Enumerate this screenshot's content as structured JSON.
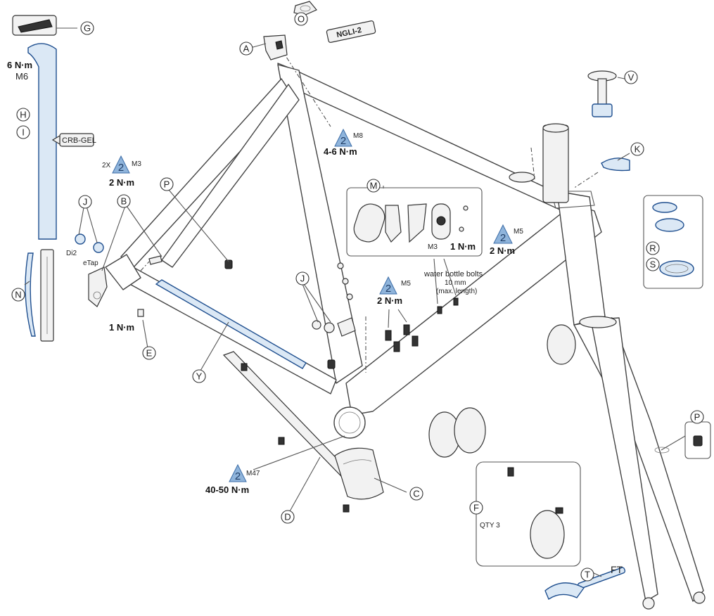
{
  "callouts": {
    "A": "A",
    "B": "B",
    "C": "C",
    "D": "D",
    "E": "E",
    "F": "F",
    "G": "G",
    "H": "H",
    "I": "I",
    "J": "J",
    "K": "K",
    "M": "M",
    "N": "N",
    "O": "O",
    "P": "P",
    "R": "R",
    "S": "S",
    "T": "T",
    "V": "V",
    "Y": "Y"
  },
  "tool_icon_number": "2",
  "torque_specs": {
    "seatpost": {
      "torque": "6 N·m",
      "thread": "M6"
    },
    "seat_clamp": {
      "qty": "2X",
      "thread": "M3",
      "torque": "2 N·m"
    },
    "top_tube": {
      "thread": "M8",
      "torque": "4-6 N·m"
    },
    "derailleur_hanger": {
      "torque": "1 N·m"
    },
    "panel_m": {
      "thread": "M3",
      "torque": "1 N·m"
    },
    "down_tube_m5_a": {
      "thread": "M5",
      "torque": "2 N·m"
    },
    "down_tube_m5_b": {
      "thread": "M5",
      "torque": "2 N·m"
    },
    "bottom_bracket": {
      "thread": "M47",
      "torque": "40-50 N·m"
    }
  },
  "grease_tubes": {
    "ngli": "NGLI-2",
    "carbon_gel": "CRB-GEL"
  },
  "labels": {
    "di2": "Di2",
    "etap": "eTap",
    "qty3": "QTY 3",
    "fork": "FT",
    "water_bottle_line1": "water bottle bolts",
    "water_bottle_line2": "10 mm",
    "water_bottle_line3": "(max. length)"
  },
  "colors": {
    "accent_blue": "#8fb4db",
    "part_blue": "#1f4f8f"
  }
}
